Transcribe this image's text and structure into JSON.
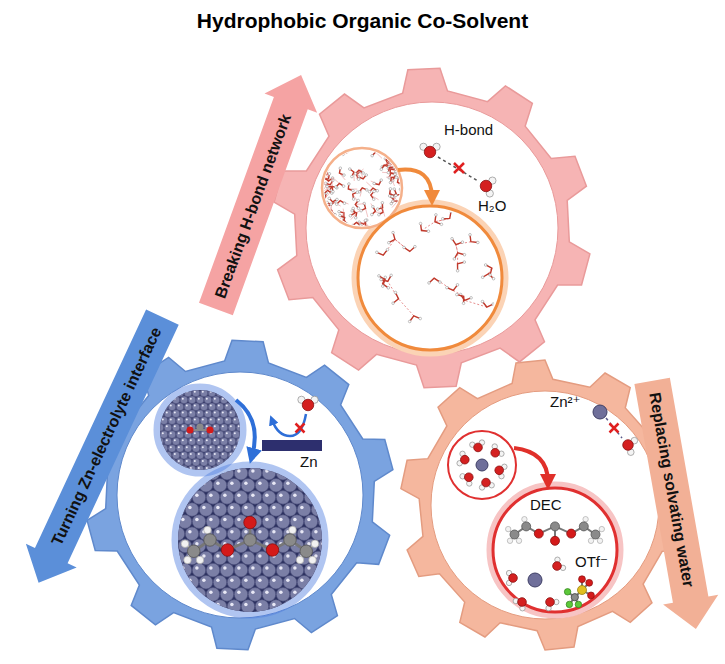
{
  "diagram": {
    "title": "Hydrophobic Organic Co-Solvent",
    "nodes": [
      {
        "text": [
          "Breaking H-bond network"
        ]
      },
      {
        "text": [
          "Turning Zn-electrolyte interface"
        ]
      },
      {
        "text": [
          "Replacing solvating water"
        ]
      }
    ],
    "labels": [
      "H-bond",
      "H₂O",
      "Zn",
      "Zn²⁺",
      "DEC",
      "OTf⁻"
    ]
  }
}
